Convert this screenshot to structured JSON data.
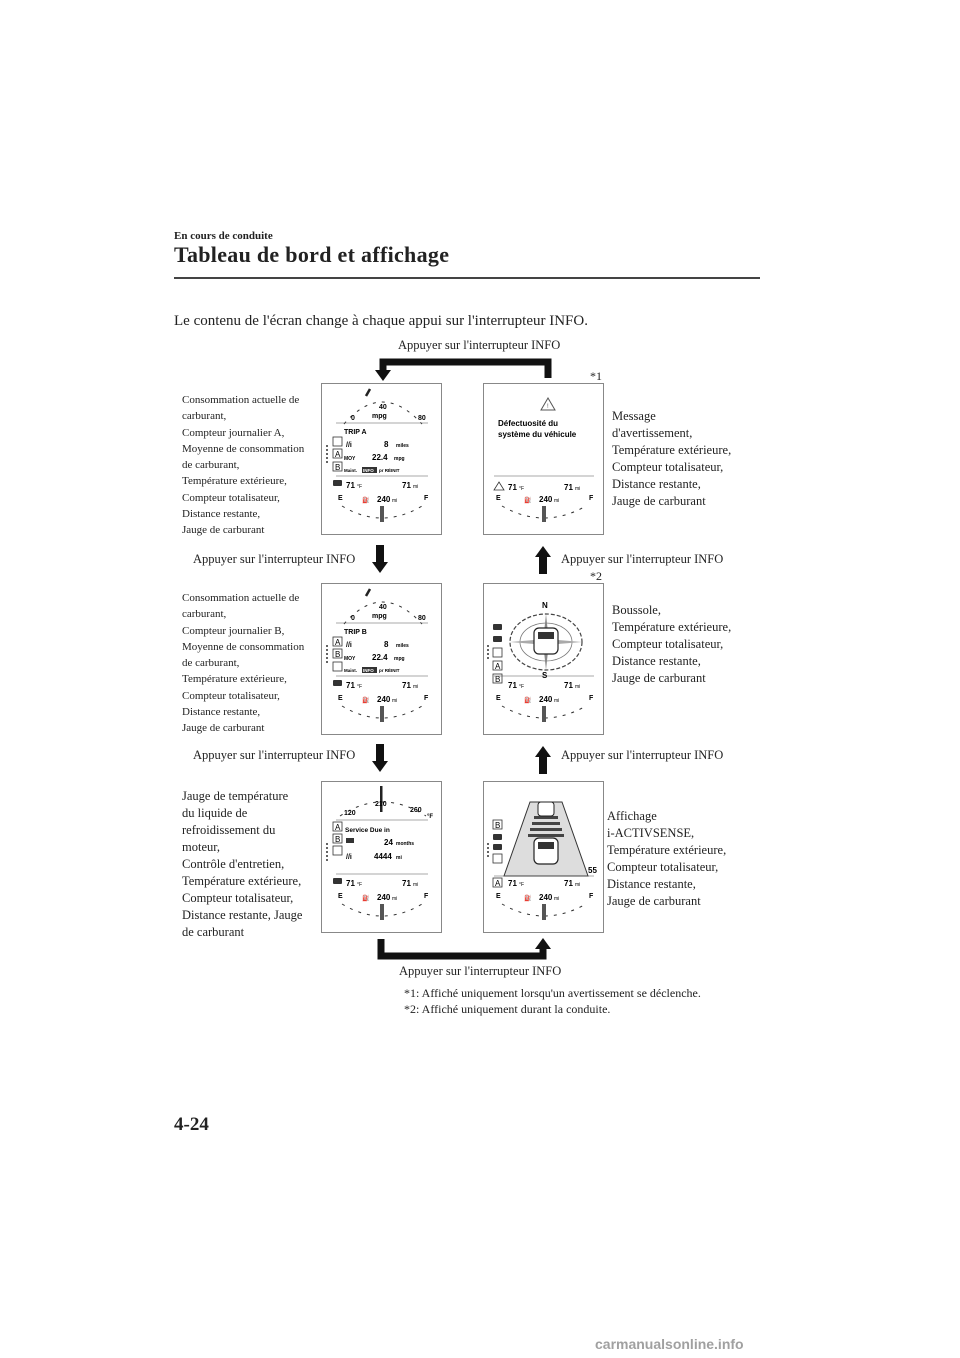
{
  "header": {
    "section": "En cours de conduite",
    "title": "Tableau de bord et affichage"
  },
  "intro": "Le contenu de l'écran change à chaque appui sur l'interrupteur INFO.",
  "press_label": "Appuyer sur l'interrupteur INFO",
  "footnote_marks": {
    "n1": "*1",
    "n2": "*2"
  },
  "descriptions": {
    "trip_a": [
      "Consommation actuelle de",
      "carburant,",
      "Compteur journalier A,",
      "Moyenne de consommation",
      "de carburant,",
      "Température extérieure,",
      "Compteur totalisateur,",
      "Distance restante,",
      "Jauge de carburant"
    ],
    "warning": [
      "Message",
      "d'avertissement,",
      "Température extérieure,",
      "Compteur totalisateur,",
      "Distance restante,",
      "Jauge de carburant"
    ],
    "trip_b": [
      "Consommation actuelle de",
      "carburant,",
      "Compteur journalier B,",
      "Moyenne de consommation",
      "de carburant,",
      "Température extérieure,",
      "Compteur totalisateur,",
      "Distance restante,",
      "Jauge de carburant"
    ],
    "compass": [
      "Boussole,",
      "Température extérieure,",
      "Compteur totalisateur,",
      "Distance restante,",
      "Jauge de carburant"
    ],
    "coolant": [
      "Jauge de température",
      "du liquide de",
      "refroidissement du",
      "moteur,",
      "Contrôle d'entretien,",
      "Température extérieure,",
      "Compteur totalisateur,",
      "Distance restante, Jauge",
      "de carburant"
    ],
    "activsense": [
      "Affichage",
      "i-ACTIVSENSE,",
      "Température extérieure,",
      "Compteur totalisateur,",
      "Distance restante,",
      "Jauge de carburant"
    ]
  },
  "footnotes": [
    "*1: Affiché uniquement lorsqu'un avertissement se déclenche.",
    "*2: Affiché uniquement durant la conduite."
  ],
  "screens": {
    "common": {
      "temp": "71",
      "temp_unit": "°F",
      "dist": "71",
      "dist_unit": "mi",
      "odo": "240",
      "odo_unit": "mi",
      "e": "E",
      "f": "F",
      "btn_a": "A",
      "btn_b": "B"
    },
    "mpg_gauge": {
      "min": "0",
      "mid": "40",
      "max": "80",
      "unit": "mpg"
    },
    "trip_a": {
      "label": "TRIP A",
      "miles": "8",
      "miles_unit": "miles",
      "avg_label": "MOY",
      "avg": "22.4",
      "avg_unit": "mpg",
      "maint": "Maint.",
      "info": "INFO",
      "reset": "pr RÉINIT"
    },
    "trip_b": {
      "label": "TRIP B",
      "miles": "8",
      "miles_unit": "miles",
      "avg_label": "MOY",
      "avg": "22.4",
      "avg_unit": "mpg",
      "maint": "Maint.",
      "info": "INFO",
      "reset": "pr RÉINIT"
    },
    "warning": {
      "line1": "Défectuosité du",
      "line2": "système du véhicule"
    },
    "compass": {
      "n": "N",
      "s": "S"
    },
    "coolant": {
      "min": "120",
      "mid": "210",
      "max": "260",
      "unit": "°F",
      "service": "Service Due in",
      "months": "24",
      "months_unit": "months",
      "miles": "4444",
      "miles_unit": "mi"
    },
    "activsense": {
      "speed": "55"
    }
  },
  "page_number": "4-24",
  "footer": "carmanualsonline.info"
}
